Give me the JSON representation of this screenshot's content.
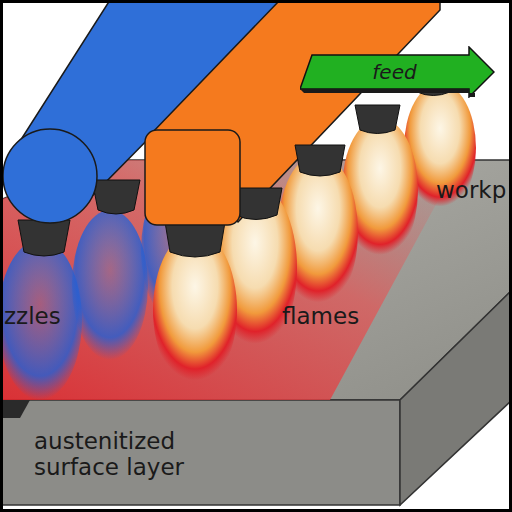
{
  "diagram": {
    "nodes": [
      {
        "text": [
          "feed"
        ]
      }
    ],
    "labels": [
      "zzles",
      "flames",
      "workp",
      "austenitized surface layer"
    ]
  }
}
